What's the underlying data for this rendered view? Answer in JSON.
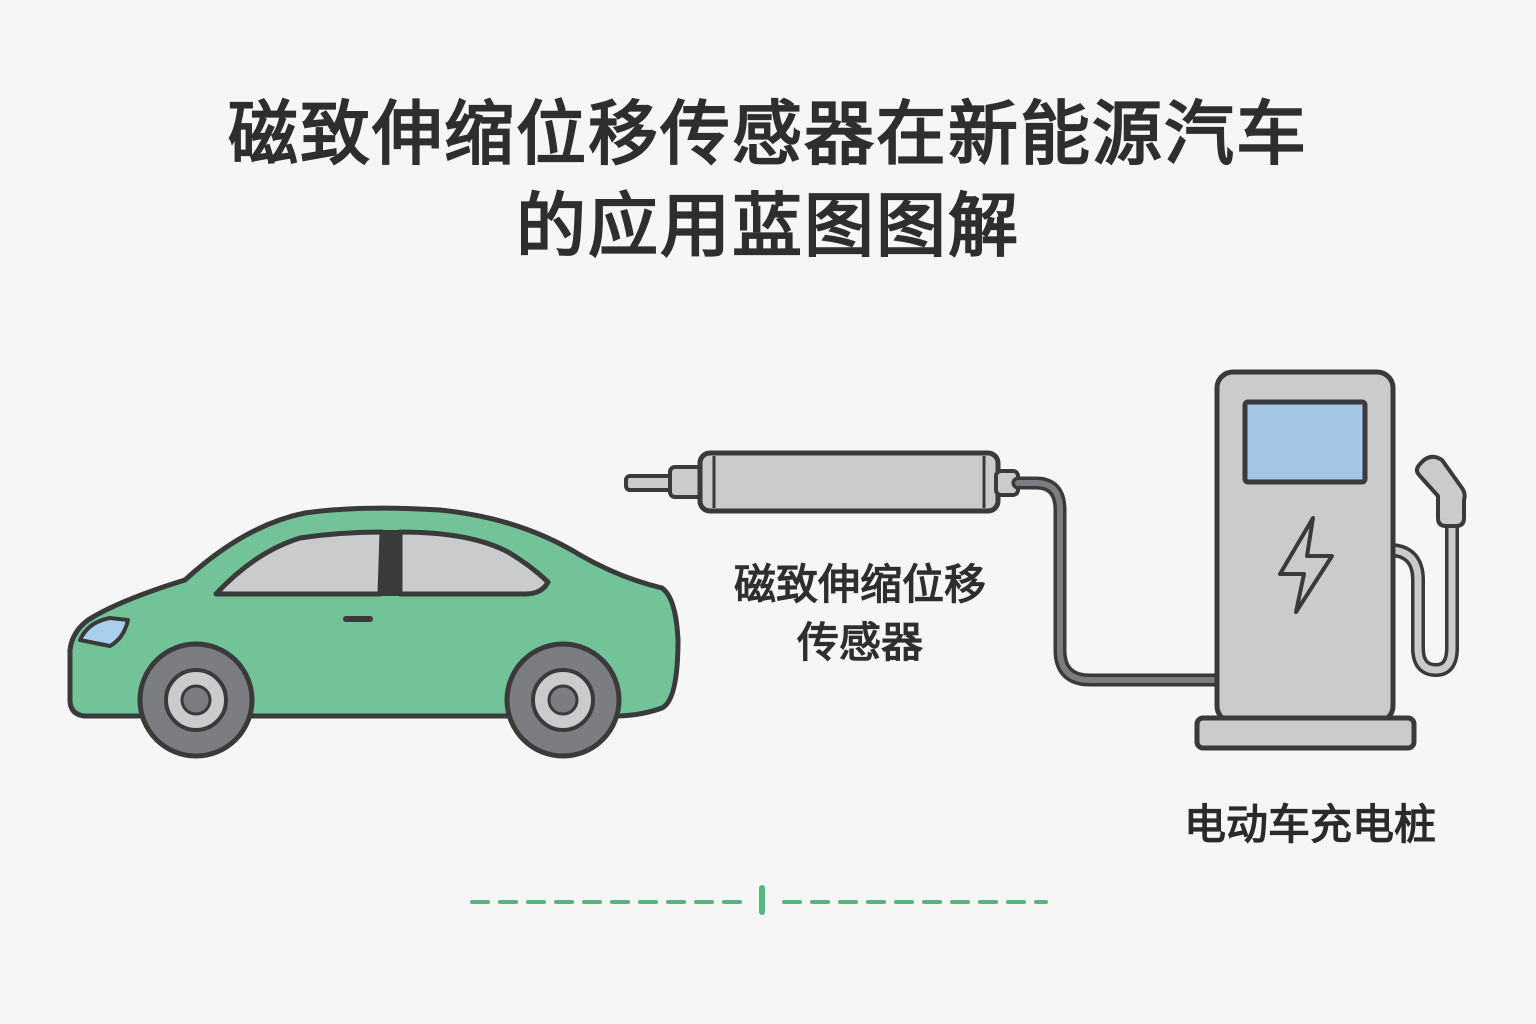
{
  "title": {
    "line1": "磁致伸缩位移传感器在新能源汽车",
    "line2": "的应用蓝图图解"
  },
  "labels": {
    "sensor": {
      "line1": "磁致伸缩位移",
      "line2": "传感器"
    },
    "charging_station": "电动车充电桩"
  },
  "colors": {
    "car_body": "#72c397",
    "outline": "#3a3a3a",
    "sensor_body": "#c9cbcd",
    "station_body": "#c9cbcd",
    "screen": "#a2c6e4",
    "window": "#c9cbcd",
    "headlight": "#a8d0ee",
    "wheel": "#7b7d80",
    "hub": "#c9cbcd",
    "divider": "#5cb47d",
    "background": "#f6f6f6"
  },
  "icons": {
    "car": "electric-car-icon",
    "sensor": "displacement-sensor-icon",
    "station": "charging-station-icon",
    "bolt": "lightning-bolt-icon"
  }
}
